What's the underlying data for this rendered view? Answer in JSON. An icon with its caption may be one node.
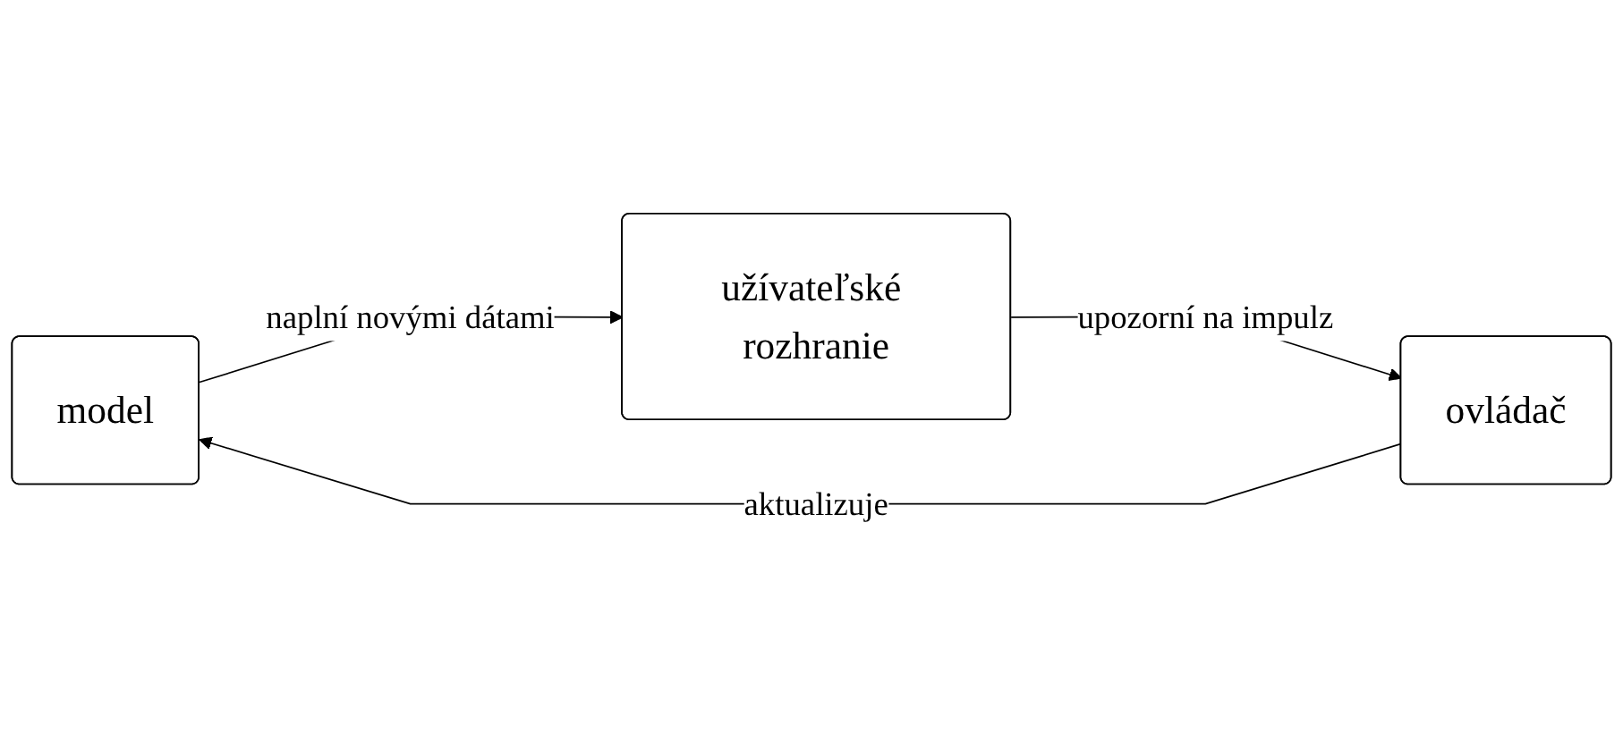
{
  "diagram": {
    "nodes": [
      {
        "text": [
          "model"
        ]
      },
      {
        "text": [
          "ovládač"
        ]
      },
      {
        "text": [
          "užívateľské rozhranie"
        ]
      }
    ],
    "edges": [
      {
        "from": 1,
        "to": 0,
        "arrow": "to",
        "label": "aktualizuje"
      },
      {
        "from": 0,
        "to": 2,
        "arrow": "to",
        "label": "naplní novými dátami"
      },
      {
        "from": 2,
        "to": 1,
        "arrow": "to",
        "label": "upozorní na impulz"
      }
    ]
  }
}
